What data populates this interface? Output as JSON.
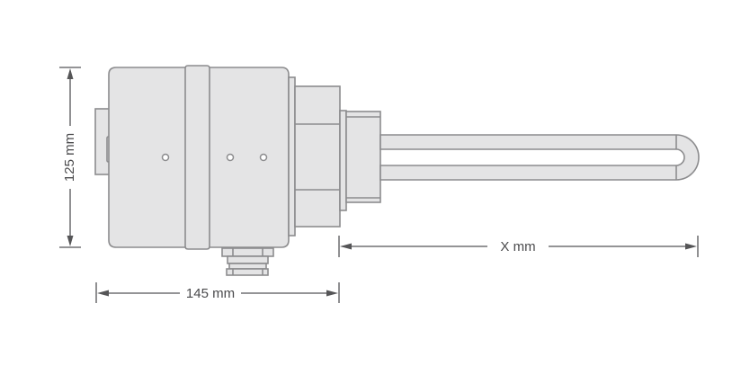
{
  "diagram": {
    "type": "technical-dimension-drawing",
    "subject": "immersion heater with U-shaped heating element",
    "colors": {
      "part_fill": "#e4e4e5",
      "part_outline": "#8c8c8e",
      "dimension_line": "#555557",
      "label_text": "#4a4a4c",
      "background": "#ffffff"
    },
    "dimensions": {
      "height": {
        "label": "125 mm",
        "orientation": "vertical",
        "value": 125,
        "unit": "mm"
      },
      "body_length": {
        "label": "145 mm",
        "orientation": "horizontal",
        "value": 145,
        "unit": "mm"
      },
      "element_length": {
        "label": "X mm",
        "orientation": "horizontal",
        "value": "X",
        "unit": "mm"
      }
    },
    "components": [
      "terminal-housing",
      "clamp-band",
      "side-tab",
      "cable-gland",
      "mounting-flange",
      "hex-boss",
      "threaded-nut",
      "u-tube-heating-element"
    ]
  }
}
